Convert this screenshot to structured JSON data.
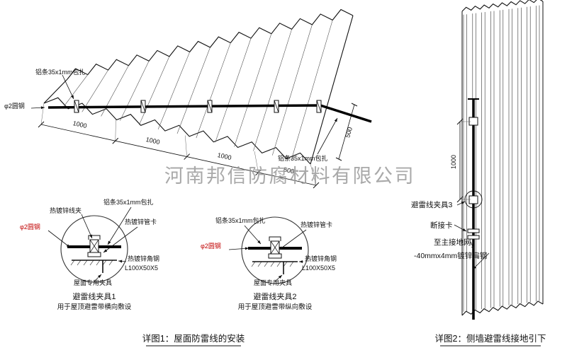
{
  "watermark": "河南邦信防腐材料有限公司",
  "roof_view": {
    "label_alu_top": "铝条35x1mm包扎",
    "label_rod": "φ2圆钢",
    "label_alu_right": "铝条35x1mm包扎",
    "dims": [
      "1000",
      "1000",
      "1000",
      "500",
      "500"
    ]
  },
  "detail_1": {
    "title": "避雷线夹具1",
    "subtitle": "用于屋顶避雷带横向敷设",
    "label_clip": "热镀锌线夹",
    "label_alu": "铝条35x1mm包扎",
    "label_pipe_clamp": "热镀锌管卡",
    "label_rod": "φ2圆钢",
    "label_angle": "热镀锌角钢",
    "label_angle_spec": "L100X50X5",
    "label_fixture": "屋面专用夹具"
  },
  "detail_2": {
    "title": "避雷线夹具2",
    "subtitle": "用于屋顶避雷带纵向敷设",
    "label_alu": "铝条35x1mm包扎",
    "label_pipe_clamp": "热镀锌管卡",
    "label_rod": "φ2圆钢",
    "label_angle": "热镀锌角钢",
    "label_angle_spec": "L100X50X5",
    "label_fixture": "屋面专用夹具"
  },
  "wall_view": {
    "dim": "1000",
    "label_clamp3": "避雷线夹具3",
    "label_disconnect": "断接卡",
    "label_ground": "至主接地网",
    "label_flat_steel": "-40mmx4mm镀锌扁钢"
  },
  "captions": {
    "detail1": "详图1：屋面防雷线的安装",
    "detail2": "详图2：侧墙避雷线接地引下"
  },
  "colors": {
    "line": "#111111",
    "accent_red": "#c00000",
    "watermark_gray": "#9b9b9b"
  }
}
